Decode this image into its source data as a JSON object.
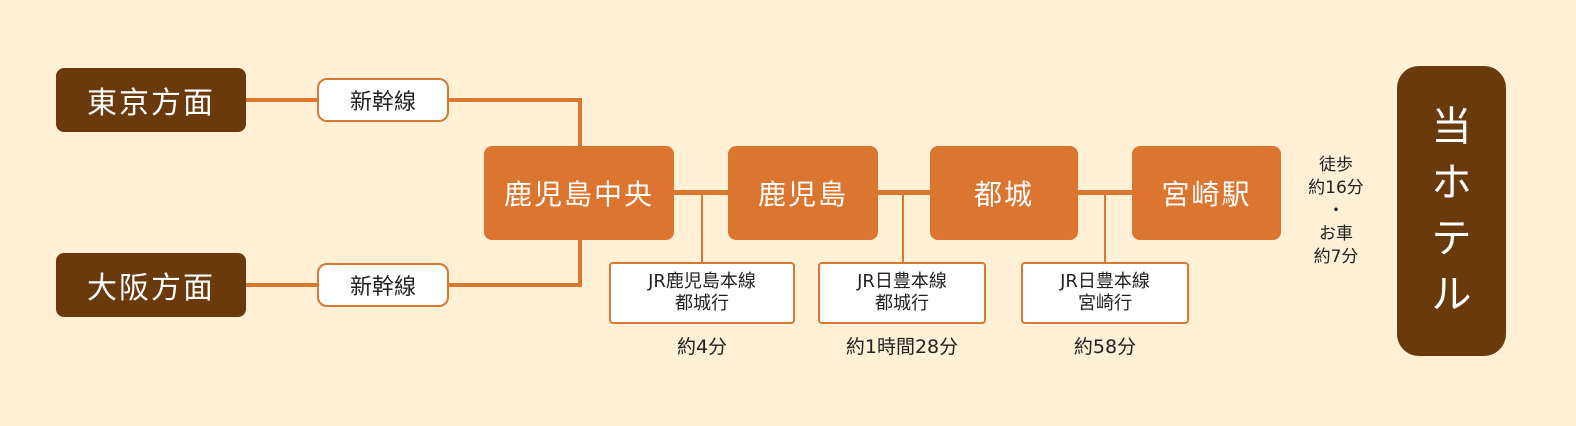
{
  "origins": [
    {
      "label": "東京方面"
    },
    {
      "label": "大阪方面"
    }
  ],
  "shinkansen": [
    {
      "label": "新幹線"
    },
    {
      "label": "新幹線"
    }
  ],
  "stations": [
    {
      "label": "鹿児島中央"
    },
    {
      "label": "鹿児島"
    },
    {
      "label": "都城"
    },
    {
      "label": "宮崎駅"
    }
  ],
  "segments": [
    {
      "line": "JR鹿児島本線",
      "dest": "都城行",
      "duration": "約4分"
    },
    {
      "line": "JR日豊本線",
      "dest": "都城行",
      "duration": "約1時間28分"
    },
    {
      "line": "JR日豊本線",
      "dest": "宮崎行",
      "duration": "約58分"
    }
  ],
  "access": {
    "walk_label": "徒歩",
    "walk_time": "約16分",
    "separator": "・",
    "car_label": "お車",
    "car_time": "約7分"
  },
  "hotel": {
    "chars": [
      "当",
      "ホ",
      "テ",
      "ル"
    ]
  },
  "colors": {
    "background": "#fff0d6",
    "origin": "#6b3a0c",
    "station": "#dc7530",
    "line": "#d9782f",
    "hotel": "#6b3a0c"
  }
}
